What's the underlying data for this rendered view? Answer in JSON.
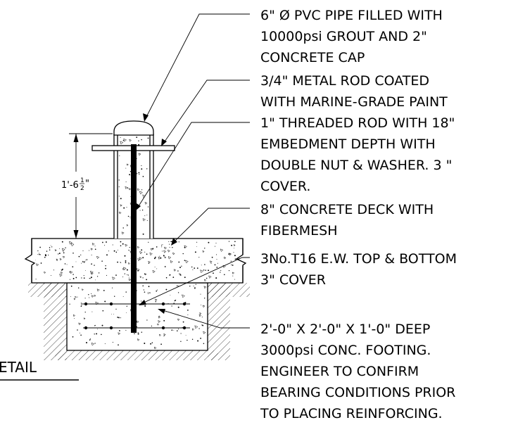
{
  "notes": {
    "pvc_pipe": [
      "6\" Ø PVC PIPE FILLED WITH",
      "10000psi GROUT AND  2\"",
      "CONCRETE CAP"
    ],
    "metal_rod": [
      "3/4\" METAL ROD COATED",
      "WITH MARINE-GRADE PAINT"
    ],
    "threaded_rod": [
      "1\" THREADED ROD WITH 18\"",
      "EMBEDMENT DEPTH WITH",
      "DOUBLE NUT & WASHER. 3 \"",
      "COVER."
    ],
    "concrete_deck": [
      "8\" CONCRETE DECK WITH",
      "FIBERMESH"
    ],
    "reinforcement": [
      "3No.T16 E.W. TOP & BOTTOM",
      "3\" COVER"
    ],
    "footing": [
      "2'-0\" X 2'-0\" X 1'-0\" DEEP",
      "3000psi CONC. FOOTING.",
      "ENGINEER TO CONFIRM",
      "BEARING CONDITIONS PRIOR",
      "TO PLACING REINFORCING."
    ]
  },
  "dimension": {
    "whole": "1'-6",
    "numerator": "1",
    "denominator": "2",
    "inch_mark": "\""
  },
  "detail_title": "ETAIL",
  "colors": {
    "line": "#000000",
    "background": "#ffffff"
  }
}
